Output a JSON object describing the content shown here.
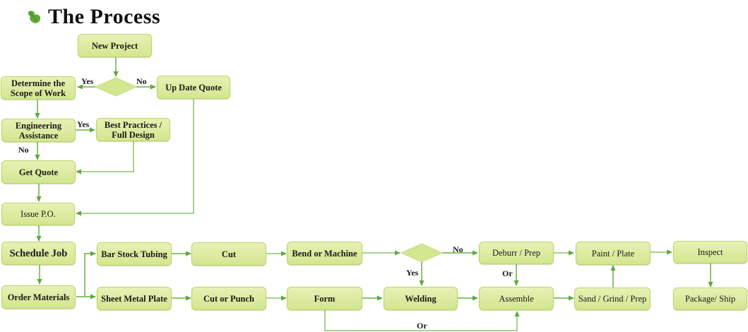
{
  "title": "The Process",
  "title_icon": "leaf-icon",
  "colors": {
    "node_fill_top": "#e7f1b4",
    "node_fill_bottom": "#d3e690",
    "node_border": "#b9d66a",
    "connector": "#6aae45",
    "connector_light": "#8cc46a",
    "leaf": "#5fa83a"
  },
  "nodes": {
    "new_project": "New Project",
    "scope_of_work": "Determine the Scope of Work",
    "update_quote": "Up Date Quote",
    "engineering_assistance": "Engineering Assistance",
    "best_practices": "Best Practices / Full Design",
    "get_quote": "Get Quote",
    "issue_po": "Issue P.O.",
    "schedule_job": "Schedule Job",
    "order_materials": "Order Materials",
    "bar_stock_tubing": "Bar Stock Tubing",
    "sheet_metal_plate": "Sheet Metal Plate",
    "cut": "Cut",
    "cut_or_punch": "Cut  or Punch",
    "bend_or_machine": "Bend or Machine",
    "form": "Form",
    "welding": "Welding",
    "deburr_prep": "Deburr / Prep",
    "assemble": "Assemble",
    "paint_plate": "Paint / Plate",
    "sand_grind_prep": "Sand / Grind / Prep",
    "inspect": "Inspect",
    "package_ship": "Package/ Ship"
  },
  "labels": {
    "decision1_yes": "Yes",
    "decision1_no": "No",
    "engineering_yes": "Yes",
    "engineering_no": "No",
    "decision2_no": "No",
    "decision2_yes": "Yes",
    "deburr_or": "Or",
    "form_or": "Or"
  }
}
